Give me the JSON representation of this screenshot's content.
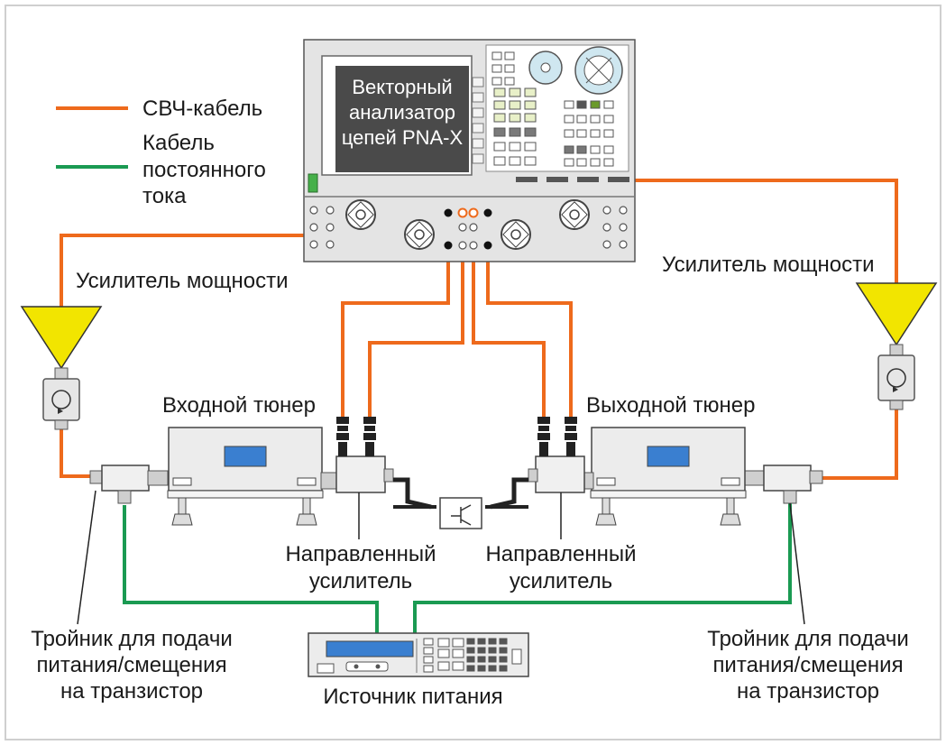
{
  "legend": {
    "rf_cable": "СВЧ-кабель",
    "dc_cable": [
      "Кабель",
      "постоянного",
      "тока"
    ]
  },
  "colors": {
    "rf_cable": "#ee6a1c",
    "dc_cable": "#1a9a52",
    "amplifier": "#f2e500",
    "tuner_display": "#3a7fd0",
    "analyzer_screen": "#4a4a4a"
  },
  "analyzer": {
    "label": [
      "Векторный",
      "анализатор",
      "цепей PNA-X"
    ]
  },
  "labels": {
    "power_amp_left": "Усилитель мощности",
    "power_amp_right": "Усилитель мощности",
    "input_tuner": "Входной тюнер",
    "output_tuner": "Выходной тюнер",
    "coupler_left": [
      "Направленный",
      "усилитель"
    ],
    "coupler_right": [
      "Направленный",
      "усилитель"
    ],
    "bias_tee_left": [
      "Тройник для подачи",
      "питания/смещения",
      "на транзистор"
    ],
    "bias_tee_right": [
      "Тройник для подачи",
      "питания/смещения",
      "на транзистор"
    ],
    "power_supply": "Источник питания"
  }
}
